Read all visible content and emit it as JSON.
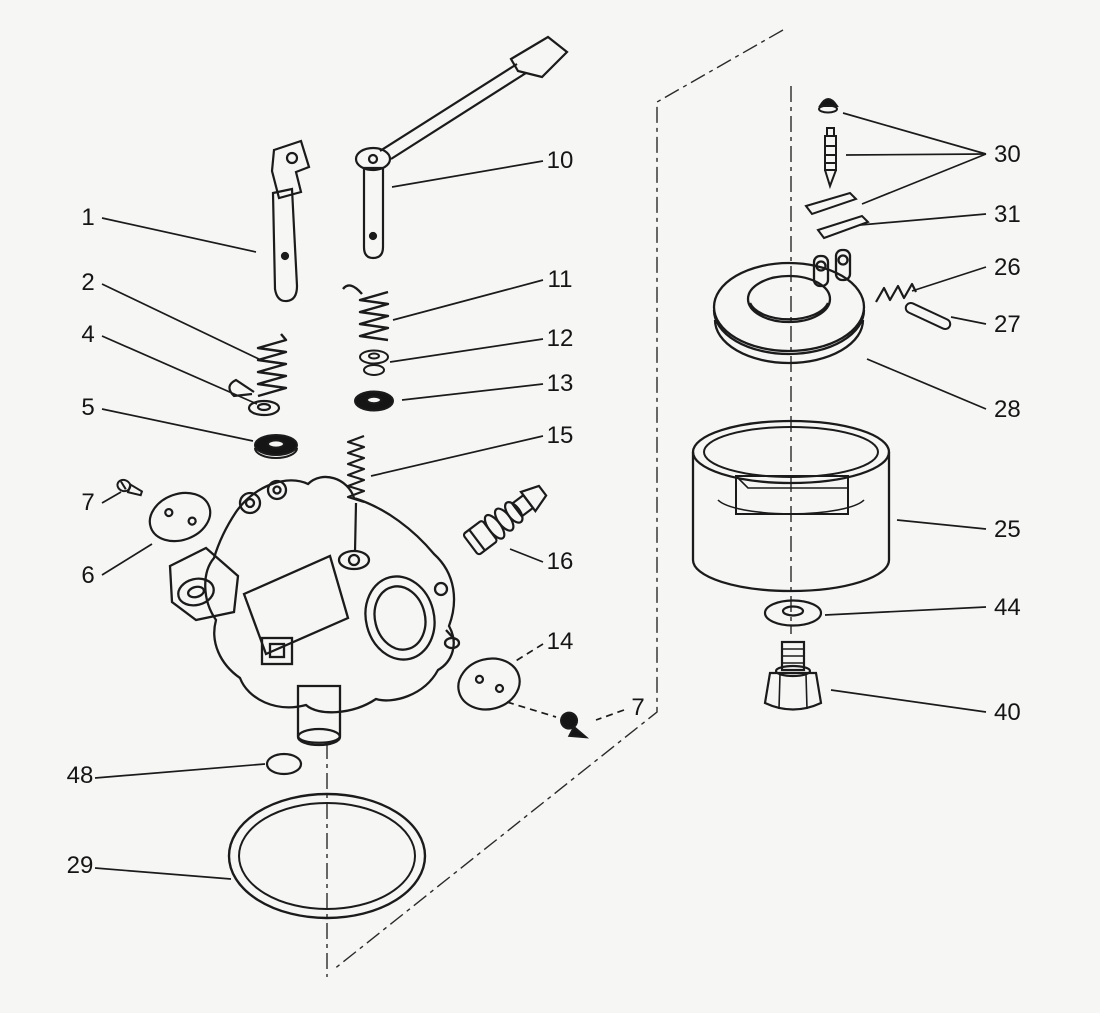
{
  "diagram": {
    "type": "exploded-parts-diagram",
    "subject": "carburetor assembly",
    "colors": {
      "line": "#1b1b1b",
      "background": "#f6f6f5"
    },
    "callouts": [
      {
        "label": "1"
      },
      {
        "label": "2"
      },
      {
        "label": "4"
      },
      {
        "label": "5"
      },
      {
        "label": "7"
      },
      {
        "label": "6"
      },
      {
        "label": "10"
      },
      {
        "label": "11"
      },
      {
        "label": "12"
      },
      {
        "label": "13"
      },
      {
        "label": "15"
      },
      {
        "label": "16"
      },
      {
        "label": "14"
      },
      {
        "label": "7"
      },
      {
        "label": "48"
      },
      {
        "label": "29"
      },
      {
        "label": "30"
      },
      {
        "label": "31"
      },
      {
        "label": "26"
      },
      {
        "label": "27"
      },
      {
        "label": "28"
      },
      {
        "label": "25"
      },
      {
        "label": "44"
      },
      {
        "label": "40"
      }
    ]
  }
}
